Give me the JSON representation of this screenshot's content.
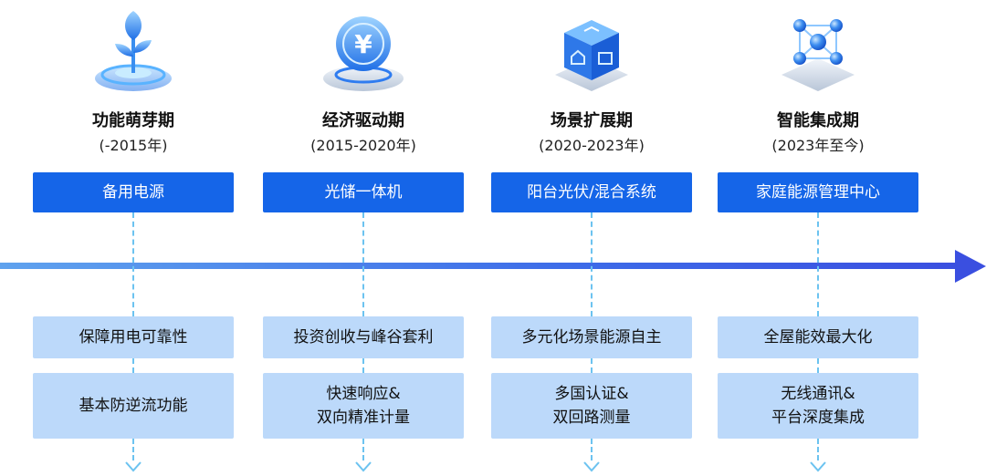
{
  "stages": [
    {
      "title": "功能萌芽期",
      "period": "(-2015年)",
      "product": "备用电源",
      "features": [
        "保障用电可靠性",
        "基本防逆流功能"
      ],
      "icon": "sprout-on-platform-icon"
    },
    {
      "title": "经济驱动期",
      "period": "(2015-2020年)",
      "product": "光储一体机",
      "features": [
        "投资创收与峰谷套利",
        "快速响应&\n双向精准计量"
      ],
      "icon": "yuan-coin-icon"
    },
    {
      "title": "场景扩展期",
      "period": "(2020-2023年)",
      "product": "阳台光伏/混合系统",
      "features": [
        "多元化场景能源自主",
        "多国认证&\n双回路测量"
      ],
      "icon": "house-cube-icon"
    },
    {
      "title": "智能集成期",
      "period": "(2023年至今)",
      "product": "家庭能源管理中心",
      "features": [
        "全屋能效最大化",
        "无线通讯&\n平台深度集成"
      ],
      "icon": "network-molecule-icon"
    }
  ],
  "colors": {
    "product_bg": "#1565e8",
    "feature_bg": "#bcd9fa",
    "axis": "#3d6be8",
    "dash": "#6cc3f0"
  }
}
